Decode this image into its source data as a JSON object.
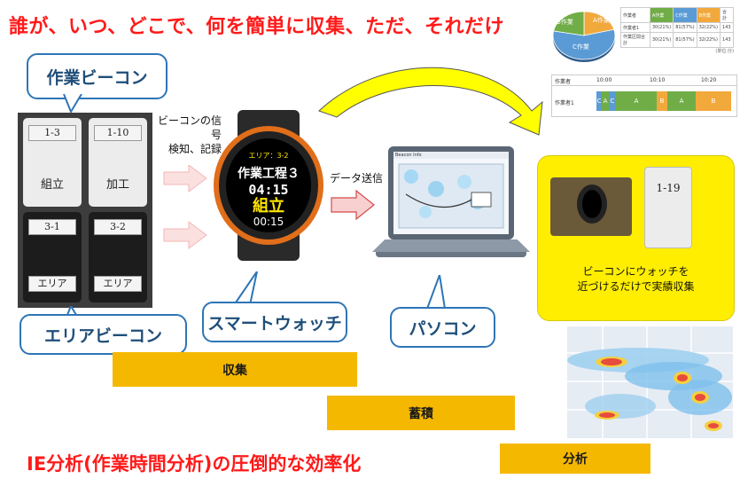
{
  "headline": "誰が、いつ、どこで、何を簡単に収集、ただ、それだけ",
  "callouts": {
    "work_beacon": "作業ビーコン",
    "area_beacon": "エリアビーコン",
    "smartwatch": "スマートウォッチ",
    "pc": "パソコン"
  },
  "beacon_signal_note": [
    "ビーコンの信号",
    "検知、記録"
  ],
  "data_send_label": "データ送信",
  "beacons": {
    "white": [
      {
        "id": "1-3",
        "name": "組立"
      },
      {
        "id": "1-10",
        "name": "加工"
      }
    ],
    "black": [
      {
        "id": "3-1",
        "name": "エリア"
      },
      {
        "id": "3-2",
        "name": "エリア"
      }
    ]
  },
  "watch": {
    "area": "エリア：3-2",
    "process": "作業工程３",
    "time": "04:15",
    "task": "組立",
    "elapsed": "00:15"
  },
  "pc_screen": {
    "app_title": "Beacon Info"
  },
  "pie_table": {
    "header": [
      "作業者",
      "A作業",
      "C作業",
      "B作業",
      "合計"
    ],
    "rows": [
      [
        "作業者1",
        "30(21%)",
        "81(57%)",
        "32(22%)",
        "143"
      ],
      [
        "作業区間合計",
        "30(21%)",
        "81(57%)",
        "32(22%)",
        "143"
      ]
    ],
    "unit": "(単位:分)"
  },
  "pie_chart": {
    "slices": [
      {
        "label": "A作業",
        "percent": 21,
        "color": "#f2a93b"
      },
      {
        "label": "B作業",
        "percent": 22,
        "color": "#70ad47"
      },
      {
        "label": "C作業",
        "percent": 57,
        "color": "#5b9bd5"
      }
    ]
  },
  "timeline": {
    "row_header": "作業者",
    "row_label": "作業者1",
    "ticks": [
      "10:00",
      "10:10",
      "10:20"
    ],
    "segments": [
      "C",
      "A",
      "C",
      "A",
      "B",
      "A",
      "B"
    ]
  },
  "yellow_box": {
    "beacon_id": "1-19",
    "caption": [
      "ビーコンにウォッチを",
      "近づけるだけで実績収集"
    ]
  },
  "steps": {
    "collect": "収集",
    "store": "蓄積",
    "analyze": "分析"
  },
  "footer_title": "IE分析(作業時間分析)の圧倒的な効率化",
  "colors": {
    "headline": "#ff1a1a",
    "callout_border": "#2e75b6",
    "step_bar": "#f5b800",
    "yellow_box": "#ffee00",
    "arrow_pink": "#f4b6b6"
  }
}
